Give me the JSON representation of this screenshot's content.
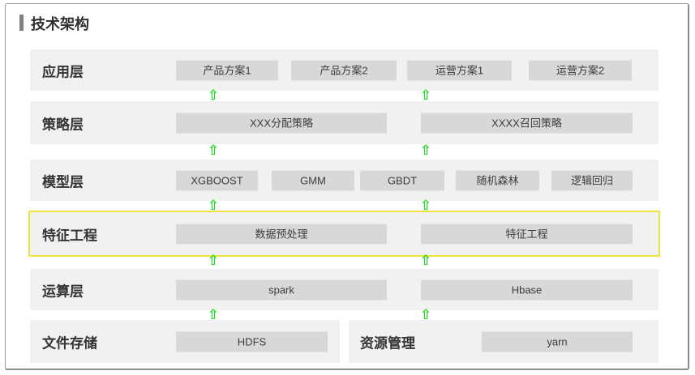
{
  "page": {
    "title": "技术架构"
  },
  "glyphs": {
    "up_arrow": "⇧"
  },
  "colors": {
    "row_background": "#f1f1f1",
    "box_background": "#d8d8d8",
    "arrow_green": "#1edc1e",
    "highlight_yellow": "#f2e23e",
    "frame_border": "#8a8a8a",
    "title_marker_gray": "#808080"
  },
  "layers": [
    {
      "label": "应用层",
      "boxes": [
        "产品方案1",
        "产品方案2",
        "运营方案1",
        "运营方案2"
      ]
    },
    {
      "label": "策略层",
      "boxes": [
        "XXX分配策略",
        "XXXX召回策略"
      ]
    },
    {
      "label": "模型层",
      "boxes": [
        "XGBOOST",
        "GMM",
        "GBDT",
        "随机森林",
        "逻辑回归"
      ]
    },
    {
      "label": "特征工程",
      "boxes": [
        "数据预处理",
        "特征工程"
      ],
      "highlighted": true
    },
    {
      "label": "运算层",
      "boxes": [
        "spark",
        "Hbase"
      ]
    }
  ],
  "bottom_panels": [
    {
      "label": "文件存储",
      "boxes": [
        "HDFS"
      ]
    },
    {
      "label": "资源管理",
      "boxes": [
        "yarn"
      ]
    }
  ]
}
